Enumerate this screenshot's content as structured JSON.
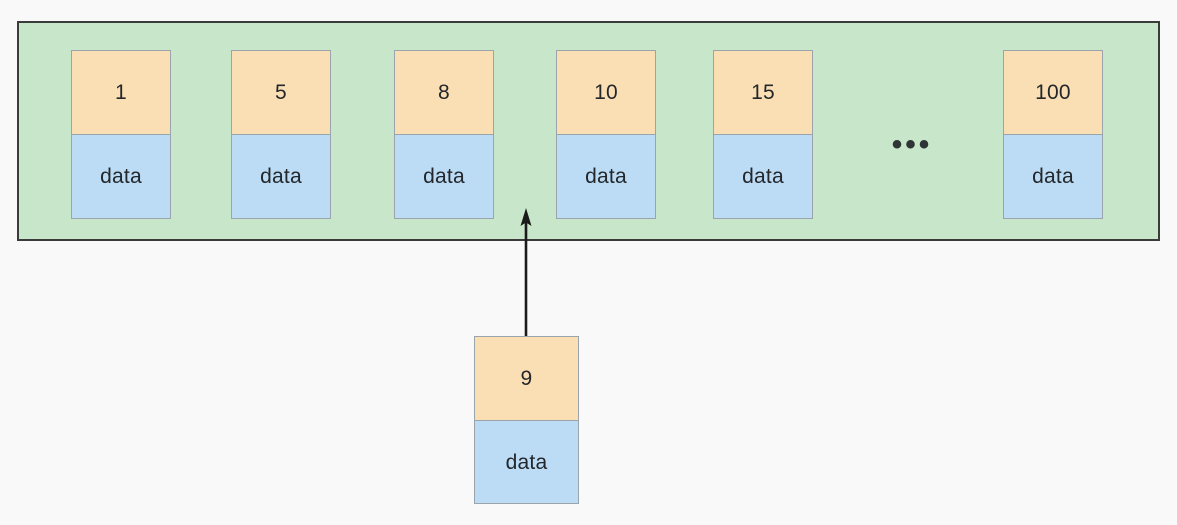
{
  "diagram": {
    "title": "Hash table bucket array with inserted entry",
    "background_color": "#f9f9f9",
    "container": {
      "name": "bucket-array",
      "fill_color": "#c8e6c9",
      "border_color": "#3b3b3b"
    },
    "node_style": {
      "key_fill": "#fbdfb4",
      "value_fill": "#bcdcf5",
      "border_color": "#9aa4ad",
      "text_color": "#23272b"
    },
    "slots": [
      {
        "key": "1",
        "value": "data"
      },
      {
        "key": "5",
        "value": "data"
      },
      {
        "key": "8",
        "value": "data"
      },
      {
        "key": "10",
        "value": "data"
      },
      {
        "key": "15",
        "value": "data"
      },
      {
        "key": "100",
        "value": "data"
      }
    ],
    "ellipsis": "•••",
    "incoming_node": {
      "key": "9",
      "value": "data"
    },
    "arrow": {
      "name": "insert-arrow",
      "from": "incoming-node",
      "to": "bucket-array",
      "color": "#1b1b1b"
    }
  }
}
